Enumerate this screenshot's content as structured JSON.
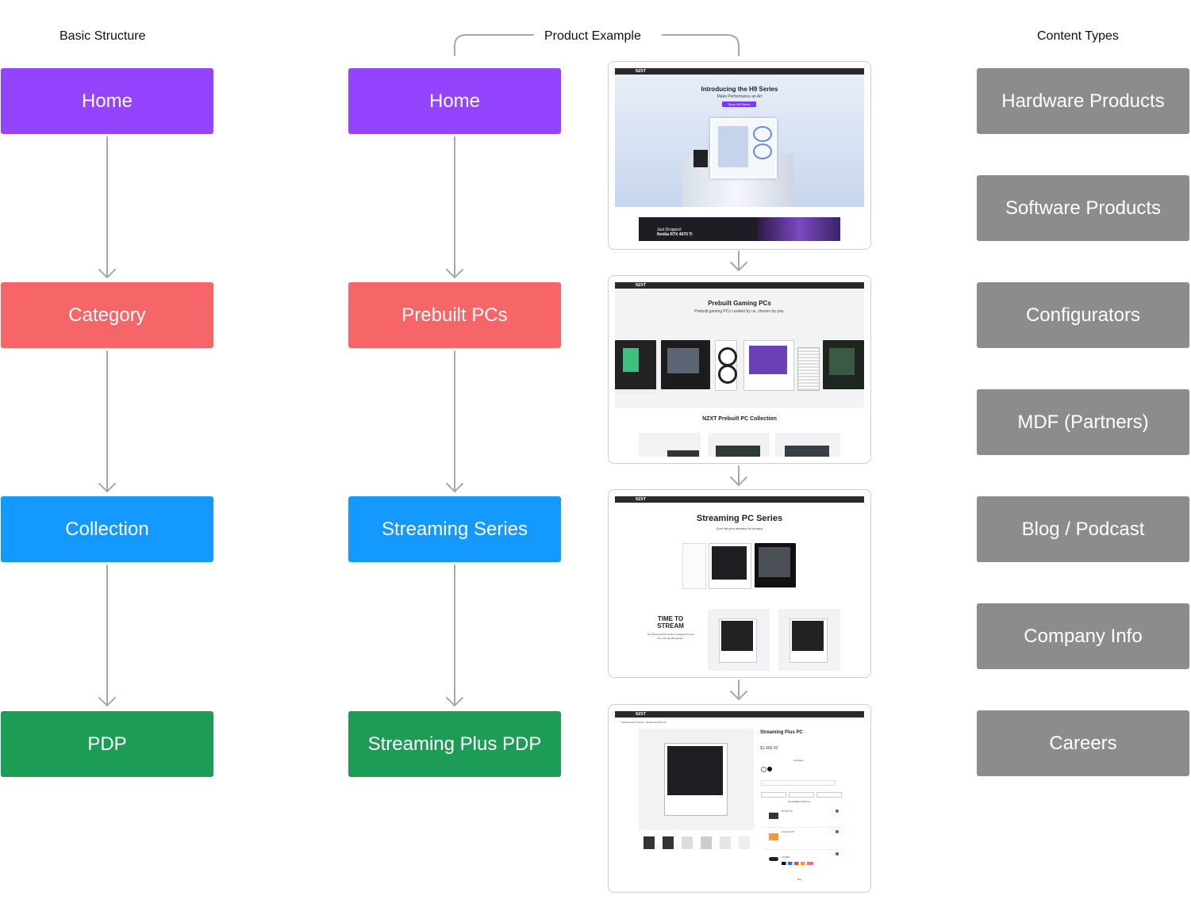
{
  "headings": {
    "basic": "Basic Structure",
    "product": "Product Example",
    "content": "Content Types"
  },
  "basic_structure": [
    "Home",
    "Category",
    "Collection",
    "PDP"
  ],
  "product_example": [
    "Home",
    "Prebuilt PCs",
    "Streaming Series",
    "Streaming Plus PDP"
  ],
  "content_types": [
    "Hardware Products",
    "Software Products",
    "Configurators",
    "MDF (Partners)",
    "Blog / Podcast",
    "Company Info",
    "Careers"
  ],
  "colors": {
    "home": "#9443fe",
    "category": "#f66568",
    "collection": "#1399ff",
    "pdp": "#1c9c55",
    "content": "#8c8c8c",
    "connector": "#a8a8a8"
  },
  "screens": {
    "brand": "NZXT",
    "home": {
      "title": "Introducing the H9 Series",
      "subtitle": "Make Performance an Art",
      "button": "Shop H9 Series",
      "banner_line1": "Just Dropped:",
      "banner_line2": "Nvidia RTX 4070 Ti"
    },
    "category": {
      "title": "Prebuilt Gaming PCs",
      "subtitle": "Prebuilt gaming PCs curated by us, chosen by you.",
      "section": "NZXT Prebuilt PC Collection"
    },
    "collection": {
      "title": "Streaming PC Series",
      "subtitle": "Don't let your streams be dreamy",
      "promo_title": "TIME TO STREAM",
      "promo_text": "The Streaming PC Series is designed to suit the most popular games."
    },
    "pdp": {
      "breadcrumb": "Streaming PC Series  >  Streaming Plus PC",
      "title": "Streaming Plus PC",
      "price": "$1,499.00",
      "configure": "Configure",
      "compatible": "Compatible Products",
      "item1": "NX 627 El",
      "item2": "Canvas 27F",
      "item3": "Lift Elite",
      "buy": "Buy"
    }
  }
}
